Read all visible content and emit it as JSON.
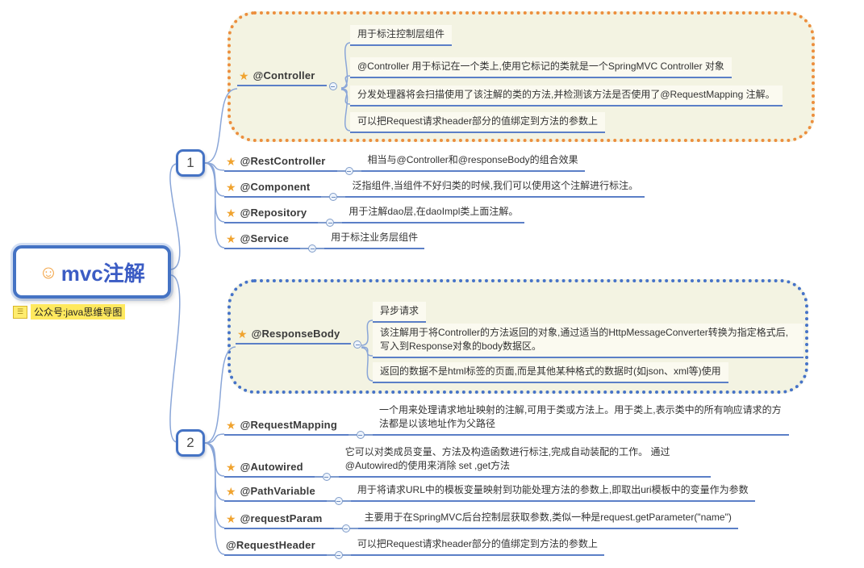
{
  "colors": {
    "accent_blue": "#4573c4",
    "underline_blue": "#5b7fc7",
    "connector_blue": "#8aa6d8",
    "cloud1_border_orange": "#ec8e3d",
    "cloud2_border_blue": "#4673c8",
    "cloud_fill": "#f3f3e2",
    "star_gold": "#f0a32f",
    "watermark_yellow": "#ffe95e"
  },
  "root": {
    "emoji": "☺",
    "label": "mvc注解"
  },
  "watermark": {
    "label": "公众号:java思维导图"
  },
  "branch1": {
    "label": "1",
    "controller": {
      "label": "@Controller",
      "notes": [
        "用于标注控制层组件",
        "@Controller 用于标记在一个类上,使用它标记的类就是一个SpringMVC Controller 对象",
        "分发处理器将会扫描使用了该注解的类的方法,并检测该方法是否使用了@RequestMapping 注解。",
        "可以把Request请求header部分的值绑定到方法的参数上"
      ]
    },
    "items": [
      {
        "label": "@RestController",
        "note": "相当与@Controller和@responseBody的组合效果"
      },
      {
        "label": "@Component",
        "note": "泛指组件,当组件不好归类的时候,我们可以使用这个注解进行标注。"
      },
      {
        "label": "@Repository",
        "note": "用于注解dao层,在daoImpl类上面注解。"
      },
      {
        "label": "@Service",
        "note": "用于标注业务层组件"
      }
    ]
  },
  "branch2": {
    "label": "2",
    "responsebody": {
      "label": "@ResponseBody",
      "notes": [
        "异步请求",
        "该注解用于将Controller的方法返回的对象,通过适当的HttpMessageConverter转换为指定格式后,写入到Response对象的body数据区。",
        "返回的数据不是html标签的页面,而是其他某种格式的数据时(如json、xml等)使用"
      ]
    },
    "items": [
      {
        "label": "@RequestMapping",
        "note": "一个用来处理请求地址映射的注解,可用于类或方法上。用于类上,表示类中的所有响应请求的方法都是以该地址作为父路径"
      },
      {
        "label": "@Autowired",
        "note": "它可以对类成员变量、方法及构造函数进行标注,完成自动装配的工作。 通过@Autowired的使用来消除 set ,get方法"
      },
      {
        "label": "@PathVariable",
        "note": "用于将请求URL中的模板变量映射到功能处理方法的参数上,即取出uri模板中的变量作为参数"
      },
      {
        "label": "@requestParam",
        "note": "主要用于在SpringMVC后台控制层获取参数,类似一种是request.getParameter(\"name\")"
      },
      {
        "label": "@RequestHeader",
        "note": "可以把Request请求header部分的值绑定到方法的参数上"
      }
    ]
  }
}
